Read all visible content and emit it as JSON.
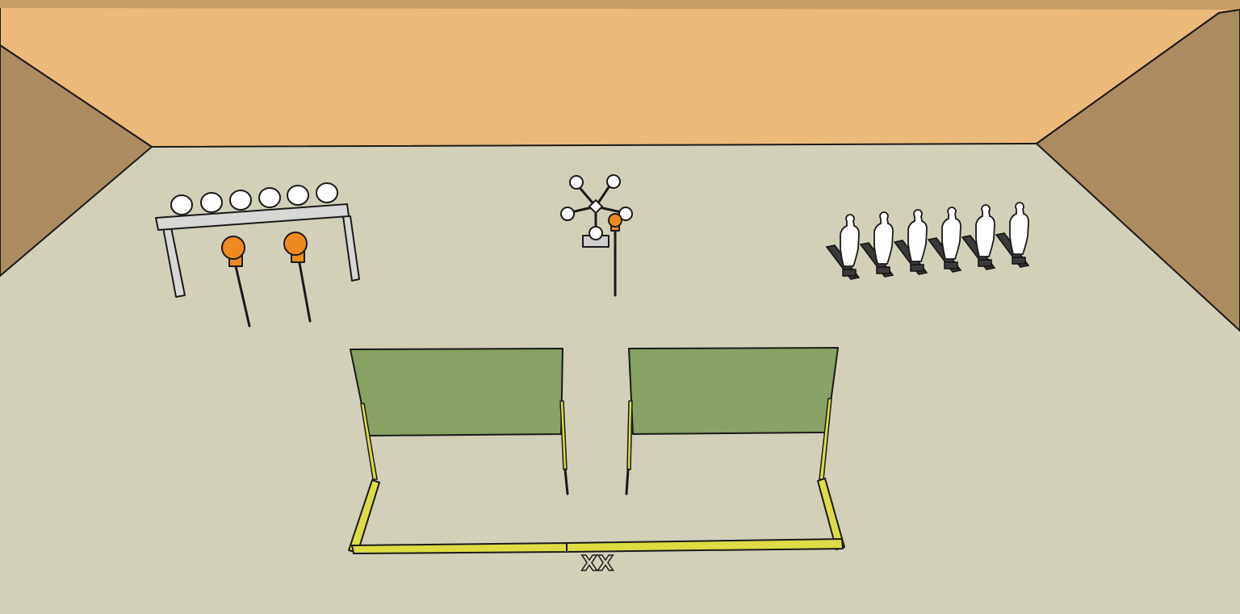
{
  "scene": {
    "colors": {
      "floor": "#d2d0b9",
      "back_wall": "#ecb978",
      "side_wall": "#ab8c5e",
      "steel_target": "#ffffff",
      "popper_orange": "#f08a1e",
      "barricade_panel": "#87a263",
      "barricade_frame": "#dddc45",
      "plate_rack_frame": "#d7d8d5",
      "base_dark": "#3a3a3a"
    },
    "plate_rack": {
      "plates": 6,
      "poppers": 2
    },
    "dueling_tree": {
      "arms": 5,
      "poppers": 1
    },
    "silhouette_row": {
      "targets": 6
    },
    "shooting_box": {
      "mark": "XX"
    }
  }
}
